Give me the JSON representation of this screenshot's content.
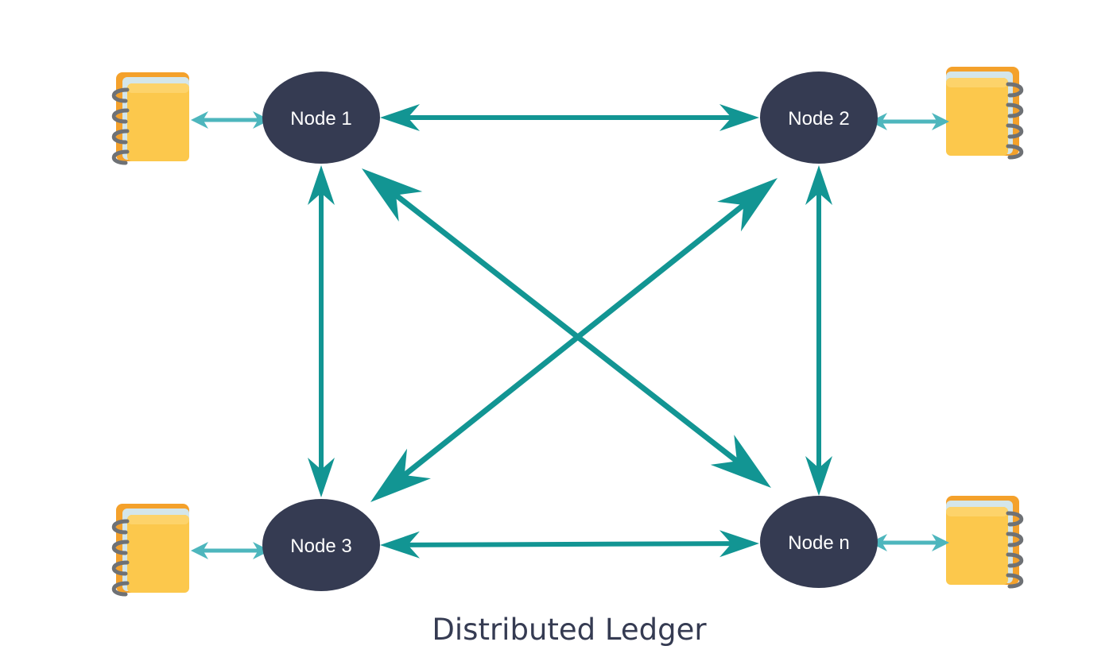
{
  "diagram": {
    "caption": "Distributed Ledger",
    "nodes": [
      {
        "id": "node1",
        "label": "Node 1"
      },
      {
        "id": "node2",
        "label": "Node 2"
      },
      {
        "id": "node3",
        "label": "Node 3"
      },
      {
        "id": "noden",
        "label": "Node n"
      }
    ],
    "connections": [
      {
        "from": "node1",
        "to": "node2",
        "direction": "bidirectional"
      },
      {
        "from": "node1",
        "to": "node3",
        "direction": "bidirectional"
      },
      {
        "from": "node2",
        "to": "noden",
        "direction": "bidirectional"
      },
      {
        "from": "node3",
        "to": "noden",
        "direction": "bidirectional"
      },
      {
        "from": "node1",
        "to": "noden",
        "direction": "bidirectional"
      },
      {
        "from": "node2",
        "to": "node3",
        "direction": "bidirectional"
      }
    ],
    "ledgers": [
      {
        "attached_to": "node1",
        "icon": "notebook-icon"
      },
      {
        "attached_to": "node2",
        "icon": "notebook-icon"
      },
      {
        "attached_to": "node3",
        "icon": "notebook-icon"
      },
      {
        "attached_to": "noden",
        "icon": "notebook-icon"
      }
    ],
    "colors": {
      "node_fill": "#353b52",
      "node_text": "#ffffff",
      "connection_arrow": "#129593",
      "ledger_arrow": "#4db6bd",
      "notebook_cover": "#fcc84c",
      "notebook_back": "#f4a12b",
      "notebook_pages": "#d4e6ea",
      "notebook_rings": "#6e7175",
      "caption_text": "#353b52"
    }
  }
}
